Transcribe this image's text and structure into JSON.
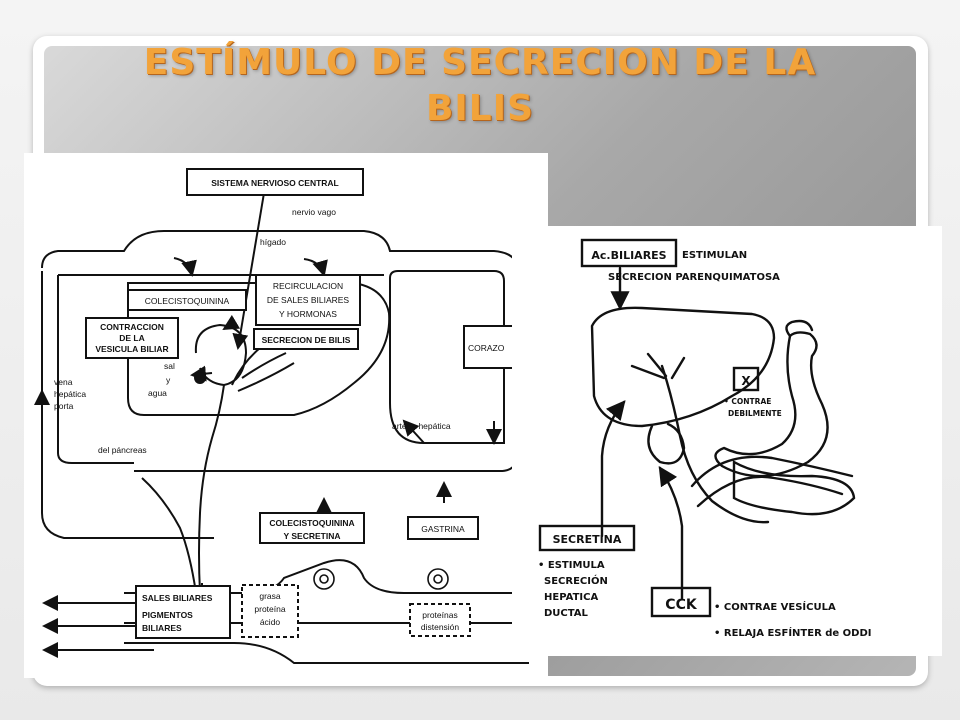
{
  "slide": {
    "title_line1": "ESTÍMULO DE SECRECION DE LA",
    "title_line2": "BILIS"
  },
  "diagram_left": {
    "snc": "SISTEMA NERVIOSO CENTRAL",
    "nervio_vago": "nervio vago",
    "higado": "hígado",
    "colecistoquinina": "COLECISTOQUININA",
    "recirculacion_1": "RECIRCULACION",
    "recirculacion_2": "DE SALES BILIARES",
    "recirculacion_3": "Y HORMONAS",
    "contraccion_1": "CONTRACCION",
    "contraccion_2": "DE LA",
    "contraccion_3": "VESICULA BILIAR",
    "secrecion_bilis": "SECRECION DE BILIS",
    "corazon": "CORAZO",
    "sal": "sal",
    "y": "y",
    "agua": "agua",
    "vena_1": "vena",
    "vena_2": "hepática",
    "vena_3": "porta",
    "arteria": "arteria hepática",
    "pancreas": "del páncreas",
    "cck_secretina_1": "COLECISTOQUININA",
    "cck_secretina_2": "Y SECRETINA",
    "gastrina": "GASTRINA",
    "sales_1": "SALES BILIARES",
    "sales_2": "PIGMENTOS",
    "sales_3": "BILIARES",
    "grasa_1": "grasa",
    "grasa_2": "proteína",
    "grasa_3": "ácido",
    "prot_1": "proteínas",
    "prot_2": "distensión"
  },
  "diagram_right": {
    "ac_biliares": "Ac.BILIARES",
    "estimulan_1": "ESTIMULAN",
    "estimulan_2": "SECRECION PARENQUIMATOSA",
    "x_box": "X",
    "x_note_1": "• CONTRAE",
    "x_note_2": "DEBILMENTE",
    "secretina": "SECRETINA",
    "sec_note_1": "• ESTIMULA",
    "sec_note_2": "SECRECIÓN",
    "sec_note_3": "HEPATICA",
    "sec_note_4": "DUCTAL",
    "cck": "CCK",
    "cck_note_1": "• CONTRAE VESÍCULA",
    "cck_note_2": "• RELAJA ESFÍNTER de ODDI"
  }
}
